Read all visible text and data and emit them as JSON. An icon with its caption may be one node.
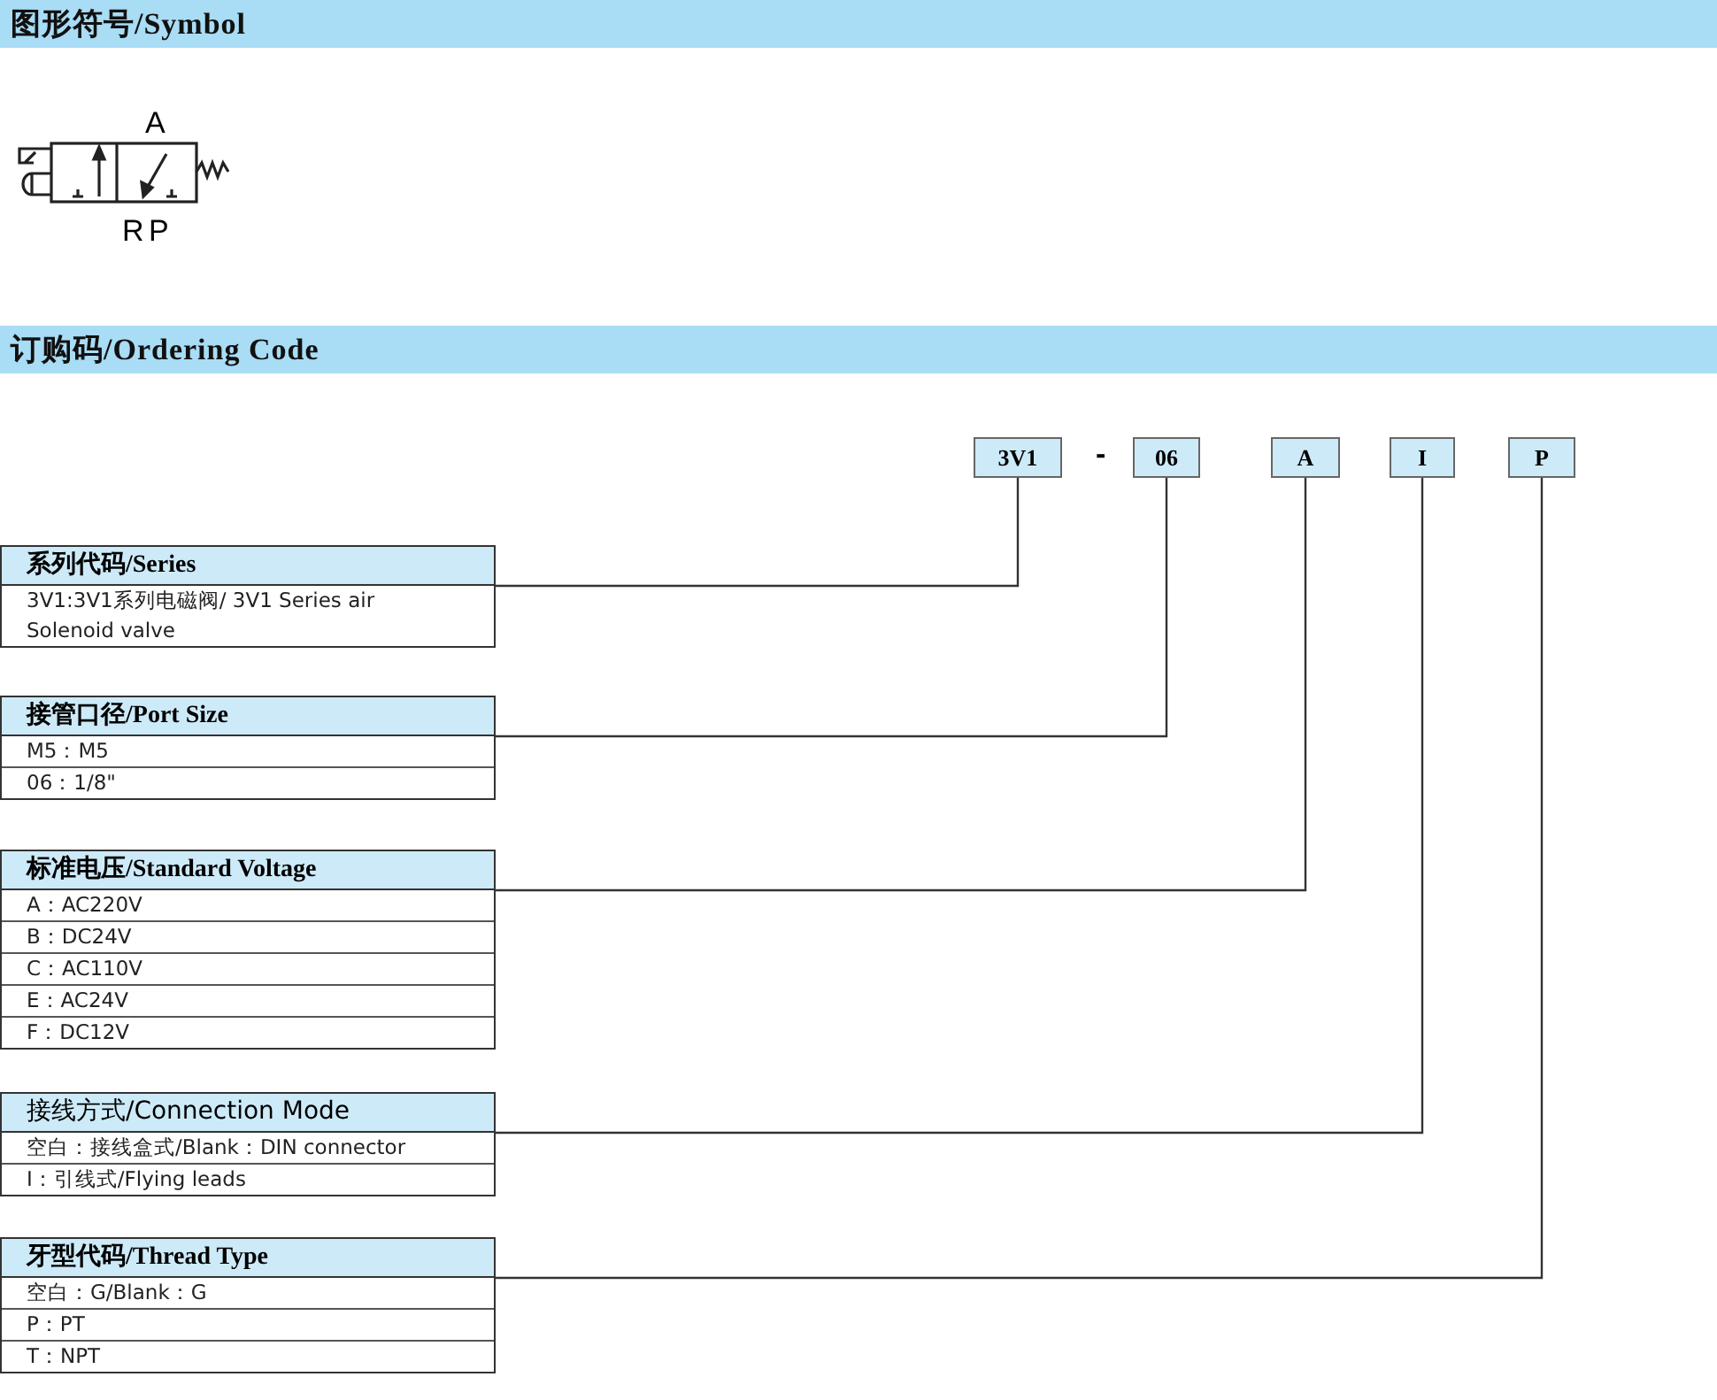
{
  "diagram": {
    "nodes": [
      {
        "text": [
          "3V1"
        ]
      },
      {
        "text": [
          "06"
        ]
      },
      {
        "text": [
          "A"
        ]
      },
      {
        "text": [
          "I"
        ]
      },
      {
        "text": [
          "P"
        ]
      },
      {
        "text": [
          "系列代码/Series",
          "3V1:3V1系列电磁阀/ 3V1 Series air Solenoid valve"
        ]
      },
      {
        "text": [
          "接管口径/Port Size",
          "M5：M5",
          "06：1/8\""
        ]
      },
      {
        "text": [
          "标准电压/Standard Voltage",
          "A：AC220V",
          "B：DC24V",
          "C：AC110V",
          "E：AC24V",
          "F：DC12V"
        ]
      },
      {
        "text": [
          "接线方式/Connection Mode",
          "空白：接线盒式/Blank：DIN connector",
          "I：引线式/Flying leads"
        ]
      },
      {
        "text": [
          "牙型代码/Thread Type",
          "空白：G/Blank：G",
          "P：PT",
          "T：NPT"
        ]
      }
    ],
    "edges": [
      {
        "from": 0,
        "to": 5,
        "arrow": "none"
      },
      {
        "from": 1,
        "to": 6,
        "arrow": "none"
      },
      {
        "from": 2,
        "to": 7,
        "arrow": "none"
      },
      {
        "from": 3,
        "to": 8,
        "arrow": "none"
      },
      {
        "from": 4,
        "to": 9,
        "arrow": "none"
      }
    ],
    "labels": [
      "图形符号/Symbol",
      "A",
      "R",
      "P",
      "订购码/Ordering Code",
      "-"
    ]
  }
}
